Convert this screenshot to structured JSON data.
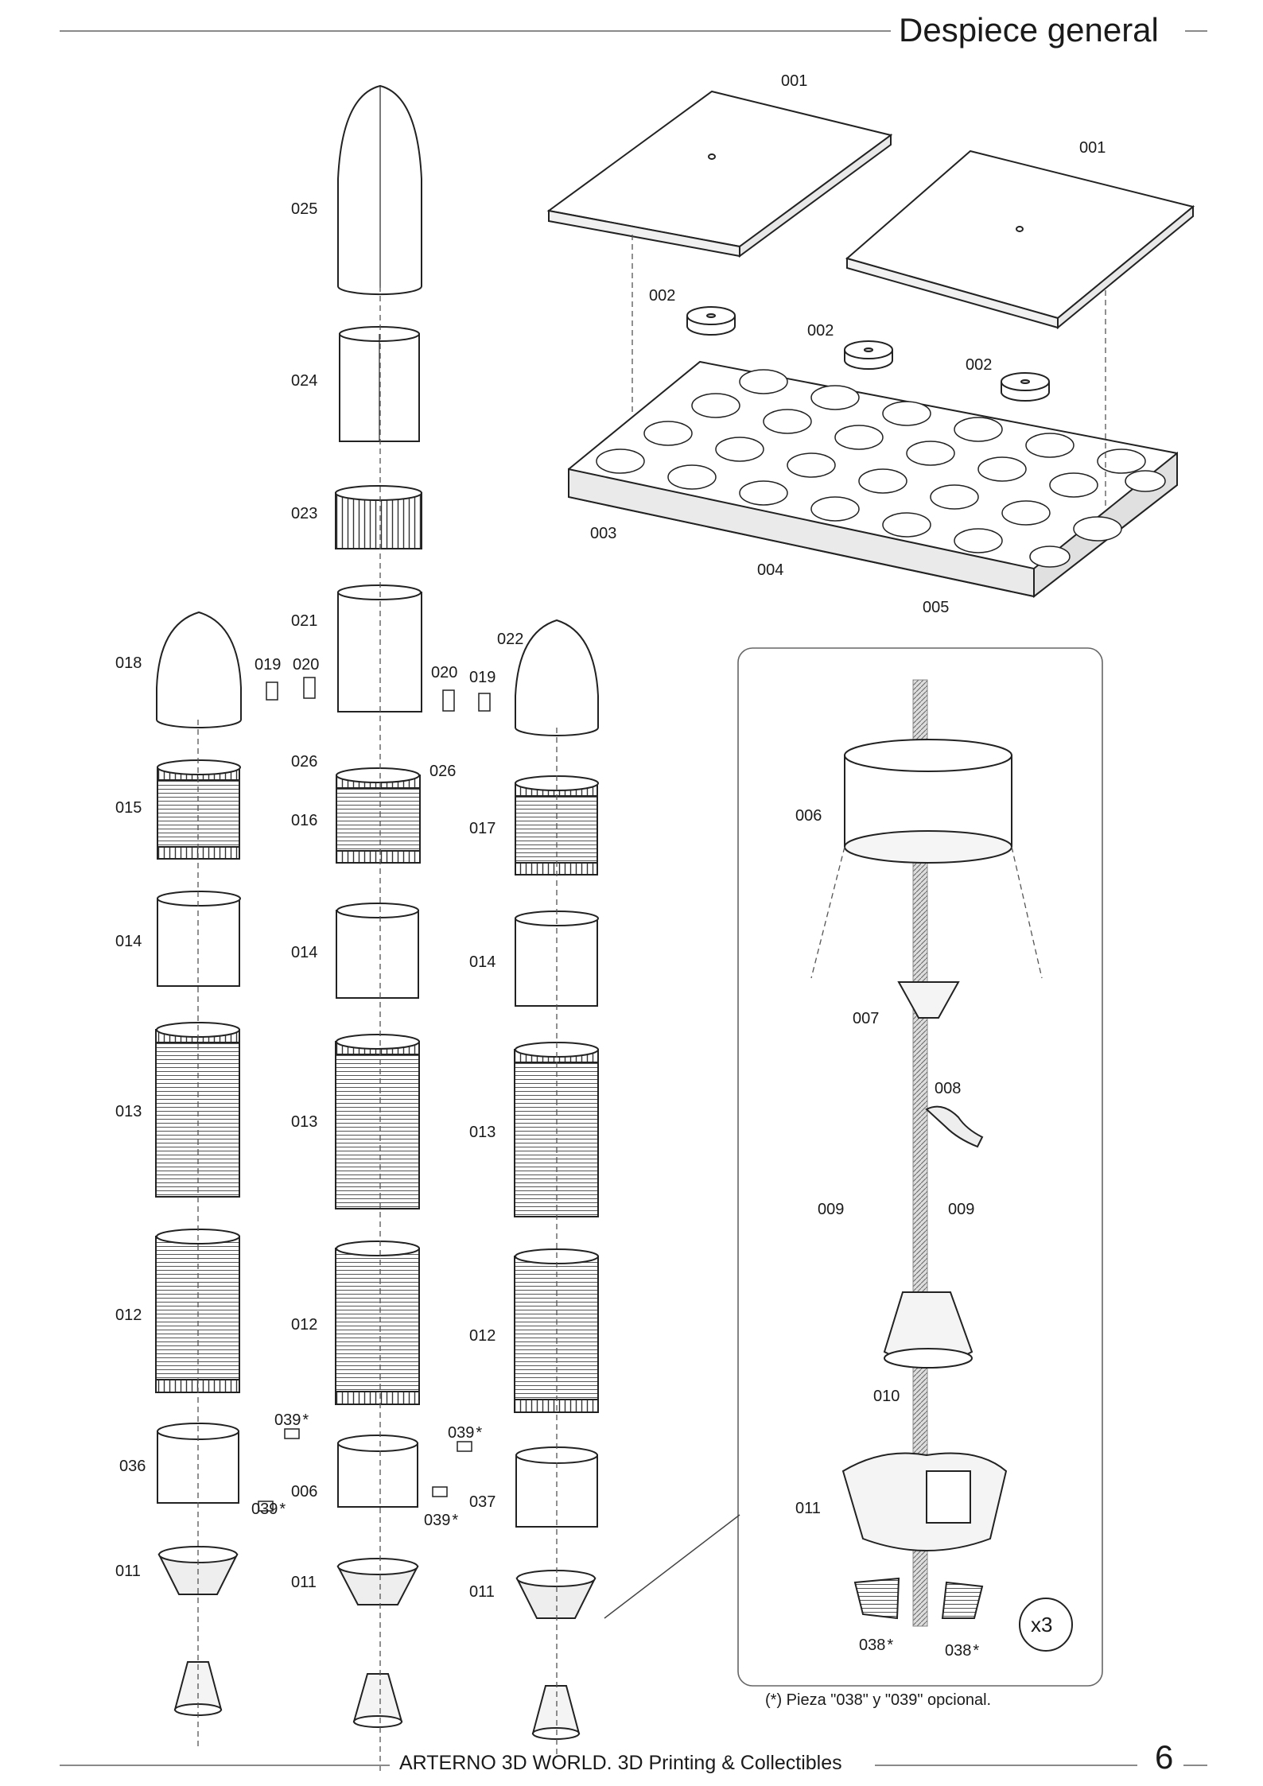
{
  "header": {
    "title": "Despiece general"
  },
  "footer": {
    "text": "ARTERNO 3D WORLD. 3D Printing & Collectibles",
    "page_number": "6"
  },
  "note": "(*) Pieza \"038\" y \"039\" opcional.",
  "multiplier": "x3",
  "labels": {
    "p001a": "001",
    "p001b": "001",
    "p002a": "002",
    "p002b": "002",
    "p002c": "002",
    "p003": "003",
    "p004": "004",
    "p005": "005",
    "p025": "025",
    "p024": "024",
    "p023": "023",
    "p021": "021",
    "p022": "022",
    "p018": "018",
    "p019a": "019",
    "p020a": "020",
    "p020b": "020",
    "p019b": "019",
    "p026a": "026",
    "p026b": "026",
    "p015": "015",
    "p016": "016",
    "p017": "017",
    "p014a": "014",
    "p014b": "014",
    "p014c": "014",
    "p013a": "013",
    "p013b": "013",
    "p013c": "013",
    "p012a": "012",
    "p012b": "012",
    "p012c": "012",
    "p039a": "039",
    "p039b": "039",
    "p039c": "039",
    "p039d": "039",
    "p036": "036",
    "p006a": "006",
    "p037": "037",
    "p011a": "011",
    "p011b": "011",
    "p011c": "011",
    "p006b": "006",
    "p007": "007",
    "p008": "008",
    "p009a": "009",
    "p009b": "009",
    "p010": "010",
    "p011d": "011",
    "p038a": "038",
    "p038b": "038"
  }
}
